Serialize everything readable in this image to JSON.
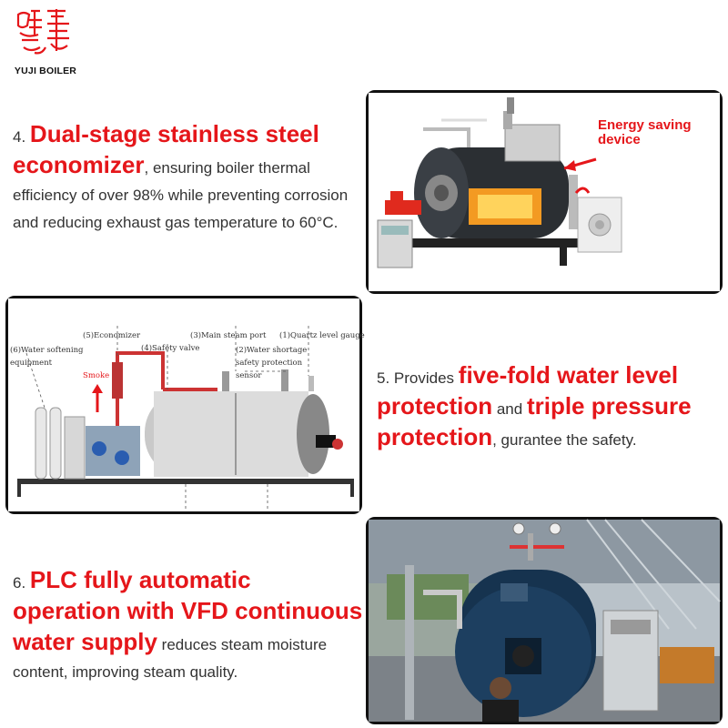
{
  "logo": {
    "brand": "YUJI BOILER",
    "colors": {
      "seal": "#e5161a"
    }
  },
  "sections": {
    "s4": {
      "number": "4.",
      "highlight": "Dual-stage stainless steel economizer",
      "text": ", ensuring boiler thermal efficiency of over 98% while preventing corrosion and reducing exhaust gas temperature to 60°C."
    },
    "s5": {
      "number": "5. Provides",
      "highlight1": "five-fold water level protection",
      "mid": "and",
      "highlight2": "triple pressure protection",
      "text": ", gurantee the safety."
    },
    "s6": {
      "number": "6.",
      "highlight": "PLC fully automatic operation with VFD continuous water supply",
      "text": "reduces steam moisture content, improving steam quality."
    }
  },
  "photo1": {
    "callout": "Energy saving device",
    "icon": "boiler-photo"
  },
  "photo2": {
    "labels": {
      "economizer": "(5)Economizer",
      "main_steam": "(3)Main steam port",
      "quartz": "(1)Quartz level gauge",
      "water_softening": "(6)Water softening equipment",
      "safety_valve": "(4)Safety valve",
      "water_shortage": "(2)Water shortage safety protection sensor",
      "smoke": "Smoke"
    }
  },
  "photo3": {
    "icon": "factory-boiler-photo"
  },
  "colors": {
    "accent": "#e5161a",
    "text": "#333333"
  }
}
